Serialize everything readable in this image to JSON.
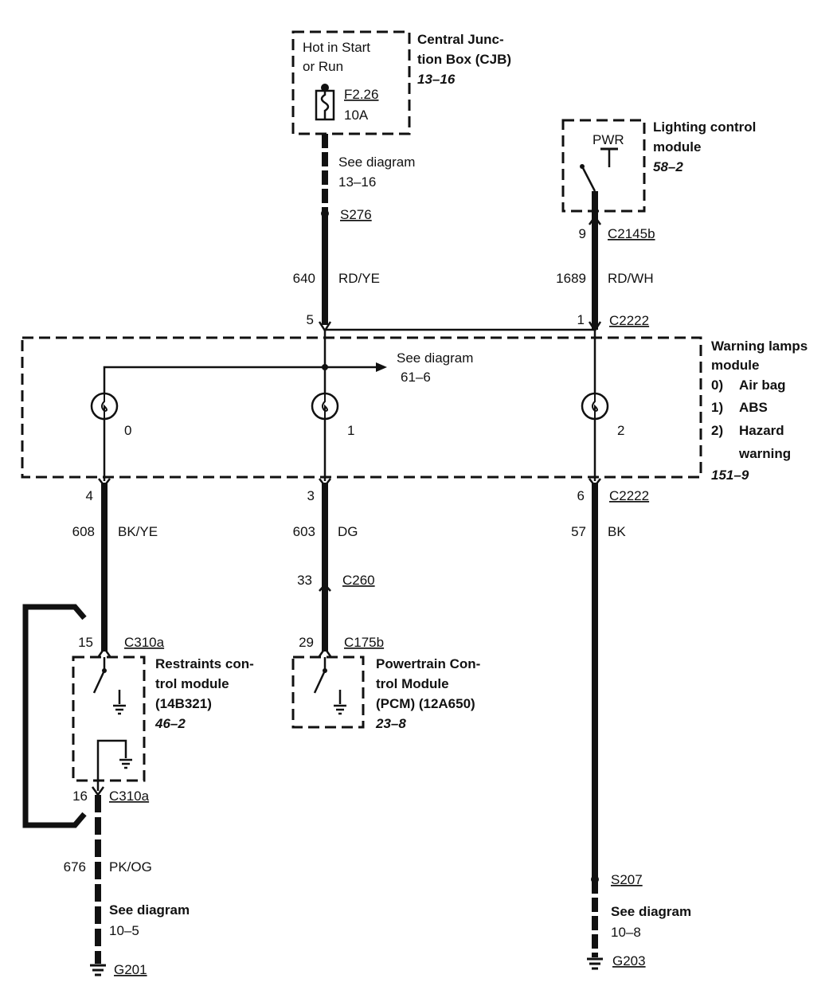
{
  "cjb": {
    "power_line1": "Hot in Start",
    "power_line2": "or Run",
    "fuse_id": "F2.26",
    "fuse_rating": "10A",
    "title_line1": "Central Junc-",
    "title_line2": "tion Box (CJB)",
    "ref": "13–16"
  },
  "lighting": {
    "pwr": "PWR",
    "title_line1": "Lighting control",
    "title_line2": "module",
    "ref": "58–2"
  },
  "wire640": {
    "see1": "See diagram",
    "see2": "13–16",
    "splice": "S276",
    "circuit": "640",
    "color": "RD/YE",
    "pin": "5"
  },
  "wire1689": {
    "pin_top": "9",
    "conn_top": "C2145b",
    "circuit": "1689",
    "color": "RD/WH",
    "pin_bottom": "1",
    "conn_bottom": "C2222"
  },
  "wlm": {
    "see1": "See diagram",
    "see2": "61–6",
    "lamp0": "0",
    "lamp1": "1",
    "lamp2": "2",
    "title_line1": "Warning lamps",
    "title_line2": "module",
    "legend": [
      {
        "num": "0)",
        "text": "Air bag"
      },
      {
        "num": "1)",
        "text": "ABS"
      },
      {
        "num": "2)",
        "text": "Hazard"
      },
      {
        "num": "",
        "text": "warning"
      }
    ],
    "ref": "151–9"
  },
  "wire608": {
    "pin": "4",
    "circuit": "608",
    "color": "BK/YE",
    "pin_rcm": "15",
    "conn_rcm": "C310a"
  },
  "wire603": {
    "pin": "3",
    "circuit": "603",
    "color": "DG",
    "pin_c260": "33",
    "conn_c260": "C260",
    "pin_pcm": "29",
    "conn_pcm": "C175b"
  },
  "wire57": {
    "pin": "6",
    "conn": "C2222",
    "circuit": "57",
    "color": "BK",
    "splice": "S207",
    "see1": "See diagram",
    "see2": "10–8",
    "ground": "G203"
  },
  "rcm": {
    "title_line1": "Restraints con-",
    "title_line2": "trol module",
    "title_line3": "(14B321)",
    "ref": "46–2",
    "pin_bottom": "16",
    "conn_bottom": "C310a"
  },
  "pcm": {
    "title_line1": "Powertrain Con-",
    "title_line2": "trol Module",
    "title_line3": "(PCM) (12A650)",
    "ref": "23–8"
  },
  "wire676": {
    "circuit": "676",
    "color": "PK/OG",
    "see1": "See diagram",
    "see2": "10–5",
    "ground": "G201"
  }
}
